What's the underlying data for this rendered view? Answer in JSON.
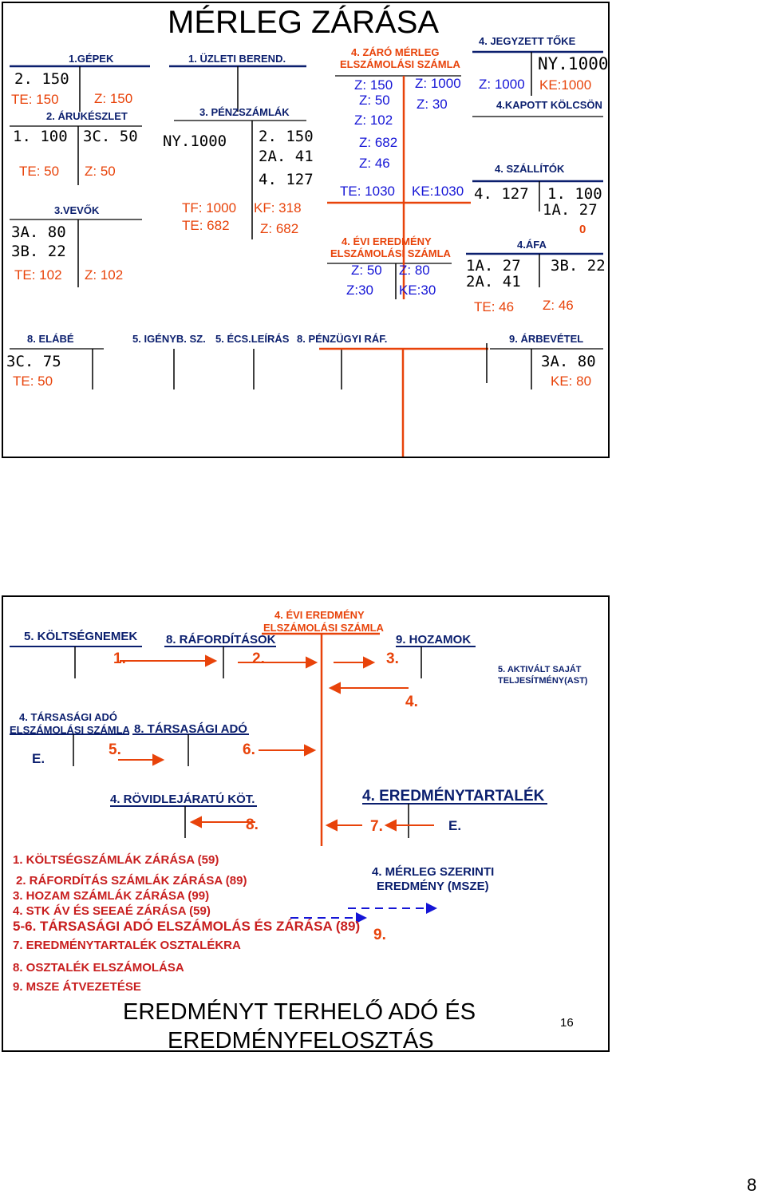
{
  "slide1": {
    "title": "MÉRLEG ZÁRÁSA",
    "gepek": {
      "title": "1.GÉPEK",
      "l1": "2. 150",
      "l2": "TE: 150",
      "r1": "Z: 150"
    },
    "arukeszlet": {
      "title": "2. ÁRUKÉSZLET",
      "l1": "1. 100",
      "l2": "TE: 50",
      "r1": "3C. 50",
      "r2": "Z: 50"
    },
    "vevok": {
      "title": "3.VEVŐK",
      "l1": "3A. 80",
      "l2": "3B. 22",
      "l3": "TE: 102",
      "r1": "Z: 102"
    },
    "uzleti": {
      "title": "1. ÜZLETI BEREND."
    },
    "penzszamlak": {
      "title": "3. PÉNZSZÁMLÁK",
      "l1": "NY.1000",
      "l2": "TF: 1000",
      "l3": "TE:  682",
      "r1": "2. 150",
      "r2": "2A. 41",
      "r3": "4. 127",
      "r4": "KF: 318",
      "r5": "Z: 682"
    },
    "zaro": {
      "title1": "4.  ZÁRÓ MÉRLEG",
      "title2": "ELSZÁMOLÁSI SZÁMLA",
      "l1": "Z: 150",
      "l2": "Z: 50",
      "l3": "Z: 102",
      "l4": "Z: 682",
      "l5": "Z:  46",
      "r1": "Z: 1000",
      "r2": "Z:  30",
      "te": "TE: 1030",
      "ke": "KE:1030"
    },
    "evi": {
      "title1": "4.  ÉVI EREDMÉNY",
      "title2": "ELSZÁMOLÁSI SZÁMLA",
      "l1": "Z: 50",
      "l2": "Z:30",
      "r1": "Z: 80",
      "r2": "KE:30"
    },
    "jegyzett": {
      "title": "4. JEGYZETT TŐKE",
      "l1": "Z: 1000",
      "r1": "NY.1000",
      "r2": "KE:1000"
    },
    "kapott": {
      "title": "4.KAPOTT KÖLCSÖN"
    },
    "szallitok": {
      "title": "4. SZÁLLÍTÓK",
      "l1": "4. 127",
      "r1": "1. 100",
      "r2": "1A. 27",
      "r3": "0"
    },
    "afa": {
      "title": "4.ÁFA",
      "l1": "1A. 27",
      "l2": "2A. 41",
      "l3": "TE: 46",
      "r1": "3B. 22",
      "r2": "Z: 46"
    },
    "elabe": {
      "title": "8. ELÁBÉ",
      "l1": "3C. 75",
      "l2": "TE: 50"
    },
    "igenyb": {
      "title": "5. IGÉNYB. SZ."
    },
    "ecs": {
      "title": "5. ÉCS.LEÍRÁS"
    },
    "penzugyi": {
      "title": "8. PÉNZÜGYI RÁF."
    },
    "arbevetel": {
      "title": "9. ÁRBEVÉTEL",
      "r1": "3A. 80",
      "r2": "KE: 80"
    }
  },
  "slide2": {
    "evi_title1": "4.  ÉVI EREDMÉNY",
    "evi_title2": "ELSZÁMOLÁSI SZÁMLA",
    "koltsegnemek": "5. KÖLTSÉGNEMEK",
    "raforditasok": "8. RÁFORDÍTÁSOK",
    "hozamok": "9. HOZAMOK",
    "aktivalt1": "5. AKTIVÁLT SAJÁT",
    "aktivalt2": "TELJESÍTMÉNY(AST)",
    "n1": "1.",
    "n2": "2.",
    "n3": "3.",
    "n4": "4.",
    "tarsasagi_elsz1": "4. TÁRSASÁGI ADÓ",
    "tarsasagi_elsz2": "ELSZÁMOLÁSI SZÁMLA",
    "tarsasagi_ado": "8. TÁRSASÁGI ADÓ",
    "e1": "E.",
    "n5": "5.",
    "n6": "6.",
    "rovid": "4. RÖVIDLEJÁRATÚ KÖT.",
    "n8": "8.",
    "eredmenytartalek": "4. EREDMÉNYTARTALÉK",
    "n7": "7.",
    "e2": "E.",
    "list": [
      "1. KÖLTSÉGSZÁMLÁK ZÁRÁSA (59)",
      "2. RÁFORDÍTÁS SZÁMLÁK ZÁRÁSA (89)",
      "3. HOZAM SZÁMLÁK ZÁRÁSA (99)",
      "4. STK ÁV ÉS SEEAÉ ZÁRÁSA (59)",
      "5-6. TÁRSASÁGI ADÓ ELSZÁMOLÁS ÉS ZÁRÁSA (89)",
      "7. EREDMÉNYTARTALÉK OSZTALÉKRA",
      "8. OSZTALÉK ELSZÁMOLÁSA",
      "9. MSZE ÁTVEZETÉSE"
    ],
    "msze1": "4. MÉRLEG SZERINTI",
    "msze2": "EREDMÉNY (MSZE)",
    "n9": "9.",
    "footer1": "EREDMÉNYT TERHELŐ ADÓ ÉS",
    "footer2": "EREDMÉNYFELOSZTÁS",
    "page": "16"
  },
  "page_number": "8",
  "colors": {
    "navy": "#0b1f6e",
    "red": "#e8430a",
    "blue": "#1515d6",
    "dark_red": "#c81e1e"
  }
}
